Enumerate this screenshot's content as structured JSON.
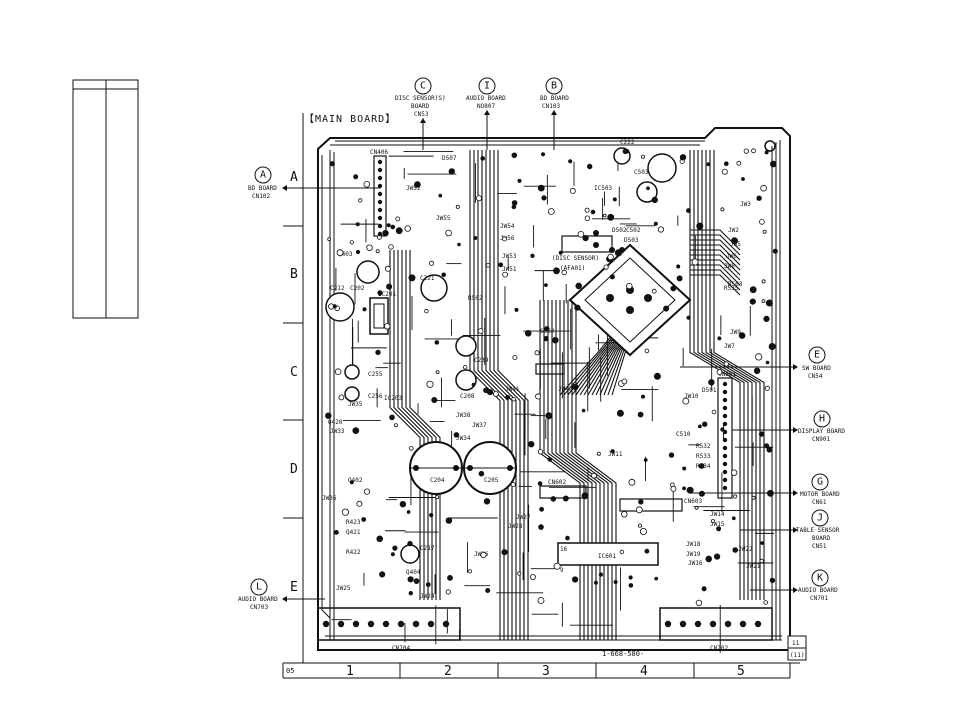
{
  "board": {
    "title": "【MAIN BOARD】",
    "part_number": "1-668-580-",
    "revision": [
      "11",
      "(11)"
    ],
    "corner_label": "05"
  },
  "row_labels": [
    "A",
    "B",
    "C",
    "D",
    "E"
  ],
  "col_labels": [
    "1",
    "2",
    "3",
    "4",
    "5"
  ],
  "connectors_top": [
    {
      "letter": "C",
      "line1": "DISC SENSOR(S)",
      "line2": "BOARD",
      "line3": "CN53"
    },
    {
      "letter": "I",
      "line1": "AUDIO BOARD",
      "line2": "NO807",
      "line3": ""
    },
    {
      "letter": "B",
      "line1": "BD BOARD",
      "line2": "CN103",
      "line3": ""
    }
  ],
  "connectors_left": [
    {
      "letter": "A",
      "line1": "BD BOARD",
      "line2": "CN102"
    },
    {
      "letter": "L",
      "line1": "AUDIO BOARD",
      "line2": "CN703"
    }
  ],
  "connectors_right": [
    {
      "letter": "E",
      "line1": "SW BOARD",
      "line2": "CN54",
      "line3": ""
    },
    {
      "letter": "H",
      "line1": "DISPLAY BOARD",
      "line2": "CN901",
      "line3": ""
    },
    {
      "letter": "G",
      "line1": "MOTOR BOARD",
      "line2": "CN61",
      "line3": ""
    },
    {
      "letter": "J",
      "line1": "TABLE SENSOR",
      "line2": "BOARD",
      "line3": "CN51"
    },
    {
      "letter": "K",
      "line1": "AUDIO BOARD",
      "line2": "CN701",
      "line3": ""
    }
  ],
  "component_labels": {
    "cn704": "CN704",
    "cn702": "CN702",
    "ic601": "IC601",
    "ic502": "IC502",
    "ic201": "IC201",
    "c204": "C204",
    "c205": "C205",
    "c212": "C212",
    "c202": "C202",
    "c239": "C239",
    "c208": "C208",
    "ic203": "IC203",
    "jw37": "JW37",
    "jw38": "JW38",
    "jw41": "JW41",
    "jw42": "JW42",
    "jw26": "JW26",
    "jw27": "JW27",
    "jw28": "JW28",
    "jw25": "JW25",
    "jw24": "JW24",
    "cn602": "CN602",
    "cn603": "CN603",
    "cn501": "CN501",
    "r502": "R502",
    "disc_sensor": "(DISC SENSOR)",
    "afa": "(AFA01)",
    "cn406": "CN406",
    "ic503": "IC503",
    "r503": "R503",
    "d502": "D502",
    "d503": "D503",
    "s562": "S562",
    "jw54": "JW54",
    "jw55": "JW55",
    "jw56": "JW56",
    "jw53": "JW53",
    "jw51": "JW51",
    "jw52": "JW52",
    "jw2": "JW2",
    "jw3": "JW3",
    "jw5": "JW5",
    "jw6": "JW6",
    "jw7": "JW7",
    "jw8": "JW8",
    "jw9": "JW9",
    "jw10": "JW10",
    "jw11": "JW11",
    "jw14": "JW14",
    "jw15": "JW15",
    "jw16": "JW16",
    "jw18": "JW18",
    "jw19": "JW19",
    "jw21": "JW21",
    "jw22": "JW22",
    "jw33": "JW33",
    "jw34": "JW34",
    "jw35": "JW35",
    "jw36": "JW36",
    "c510": "C510",
    "r532": "R532",
    "r533": "R533",
    "r534": "R534",
    "r535": "R535",
    "d501": "D501",
    "d507": "D507",
    "q402": "Q402",
    "q403": "Q403",
    "q404": "Q404",
    "q420": "Q420",
    "q421": "Q421",
    "r422": "R422",
    "r423": "R423",
    "c217": "C217",
    "c221": "C221",
    "c255": "C255",
    "c256": "C256",
    "c222": "C222",
    "c503": "C503",
    "c502": "C502"
  }
}
